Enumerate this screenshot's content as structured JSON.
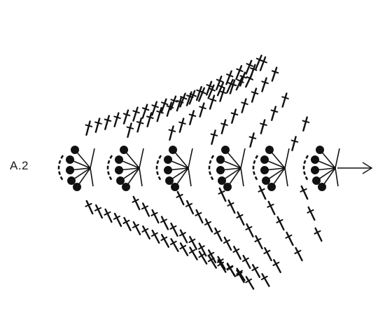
{
  "diagram": {
    "label": "A.2",
    "ink_color": "#111111",
    "background": "#ffffff",
    "symbols": {
      "double_crochet": "dc-symbol",
      "chain": "chain-symbol",
      "bobble": "bobble-symbol",
      "direction": "arrow-icon"
    }
  }
}
